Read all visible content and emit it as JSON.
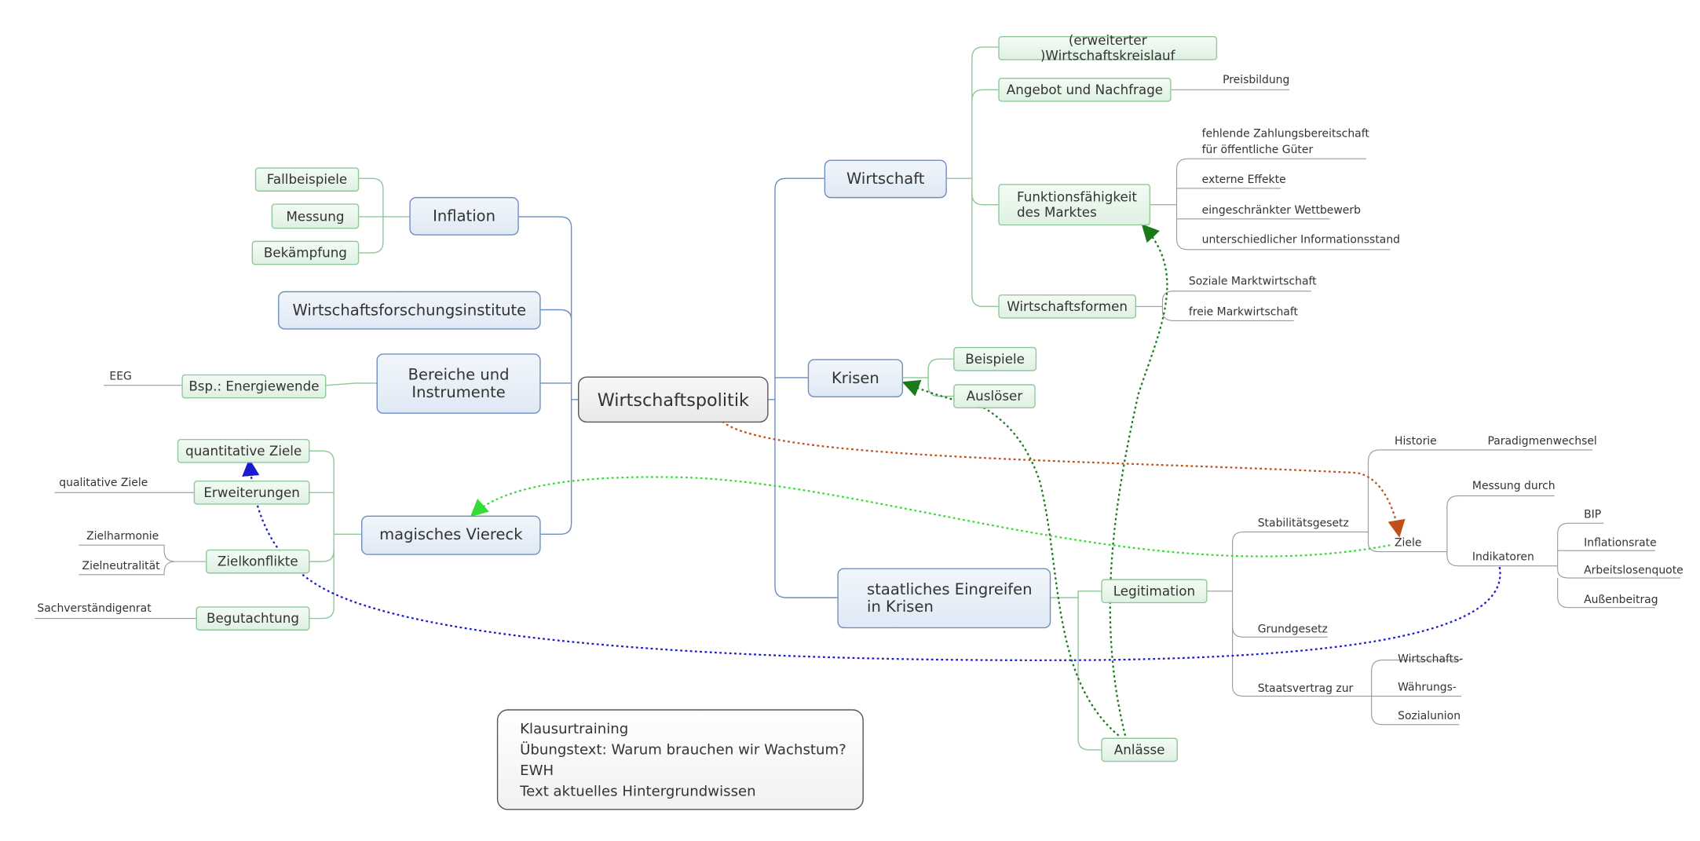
{
  "central": "Wirtschaftspolitik",
  "main": {
    "inflation": "Inflation",
    "forschung": "Wirtschaftsforschungsinstitute",
    "bereiche": [
      "Bereiche und",
      "Instrumente"
    ],
    "viereck": "magisches Viereck",
    "wirtschaft": "Wirtschaft",
    "krisen": "Krisen",
    "eingreifen": [
      "staatliches Eingreifen",
      "in Krisen"
    ]
  },
  "sub": {
    "fallbeispiele": "Fallbeispiele",
    "messung": "Messung",
    "bekaempfung": "Bekämpfung",
    "energiewende": "Bsp.: Energiewende",
    "quantitativ": "quantitative Ziele",
    "erweiterungen": "Erweiterungen",
    "zielkonflikte": "Zielkonflikte",
    "begutachtung": "Begutachtung",
    "kreislauf": "(erweiterter )Wirtschaftskreislauf",
    "angebot": "Angebot und Nachfrage",
    "funktion": [
      "Funktionsfähigkeit",
      "des Marktes"
    ],
    "formen": "Wirtschaftsformen",
    "beispiele": "Beispiele",
    "ausloeser": "Auslöser",
    "legitimation": "Legitimation",
    "anlaesse": "Anlässe"
  },
  "labels": {
    "eeg": "EEG",
    "qualitativ": "qualitative Ziele",
    "zielharmonie": "Zielharmonie",
    "zielneutral": "Zielneutralität",
    "sachverst": "Sachverständigenrat",
    "preisbildung": "Preisbildung",
    "zahlung1": "fehlende Zahlungsbereitschaft",
    "zahlung2": "für öffentliche Güter",
    "externe": "externe Effekte",
    "wettbewerb": "eingeschränkter Wettbewerb",
    "info": "unterschiedlicher Informationsstand",
    "sozial": "Soziale Marktwirtschaft",
    "frei": "freie Markwirtschaft",
    "historie": "Historie",
    "paradigmen": "Paradigmenwechsel",
    "messungdurch": "Messung durch",
    "stabil": "Stabilitätsgesetz",
    "ziele": "Ziele",
    "indikatoren": "Indikatoren",
    "bip": "BIP",
    "inflationsrate": "Inflationsrate",
    "arbeitslos": "Arbeitslosenquote",
    "aussen": "Außenbeitrag",
    "grundgesetz": "Grundgesetz",
    "staatsvertrag": "Staatsvertrag zur",
    "wirtschaftsu": "Wirtschafts-",
    "waehrungs": "Währungs-",
    "sozialunion": "Sozialunion"
  },
  "note": [
    "Klausurtraining",
    "Übungstext: Warum brauchen wir Wachstum?",
    "EWH",
    "Text aktuelles Hintergrundwissen"
  ],
  "colors": {
    "main_link": "#6c8ebf",
    "sub_link": "#8fc79b",
    "label_line": "#9a9a9a",
    "rel_orange": "#c0501a",
    "rel_green_light": "#33dd33",
    "rel_green_dark": "#1a7a1a",
    "rel_blue": "#1a1aa0"
  }
}
